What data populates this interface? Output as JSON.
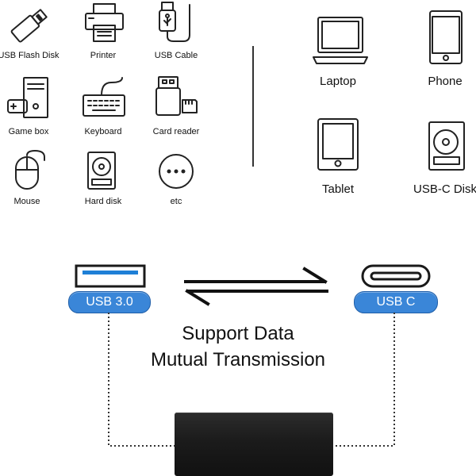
{
  "devices": [
    {
      "label": "USB Flash Disk",
      "icon": "usb-flash-disk-icon"
    },
    {
      "label": "Printer",
      "icon": "printer-icon"
    },
    {
      "label": "USB Cable",
      "icon": "usb-cable-icon"
    },
    {
      "label": "Game box",
      "icon": "game-box-icon"
    },
    {
      "label": "Keyboard",
      "icon": "keyboard-icon"
    },
    {
      "label": "Card reader",
      "icon": "card-reader-icon"
    },
    {
      "label": "Mouse",
      "icon": "mouse-icon"
    },
    {
      "label": "Hard disk",
      "icon": "hard-disk-icon"
    },
    {
      "label": "etc",
      "icon": "more-icon"
    }
  ],
  "targets": [
    {
      "label": "Laptop",
      "icon": "laptop-icon"
    },
    {
      "label": "Phone",
      "icon": "phone-icon"
    },
    {
      "label": "Tablet",
      "icon": "tablet-icon"
    },
    {
      "label": "USB-C Disk",
      "icon": "usb-c-disk-icon"
    }
  ],
  "left_port": {
    "label": "USB 3.0",
    "icon": "usb-a-port-icon"
  },
  "right_port": {
    "label": "USB C",
    "icon": "usb-c-port-icon"
  },
  "caption": {
    "line1": "Support Data",
    "line2": "Mutual Transmission"
  },
  "colors": {
    "badge": "#3a86d8",
    "port_blue": "#1e7fd6",
    "adapter": "#1b1b1b"
  }
}
